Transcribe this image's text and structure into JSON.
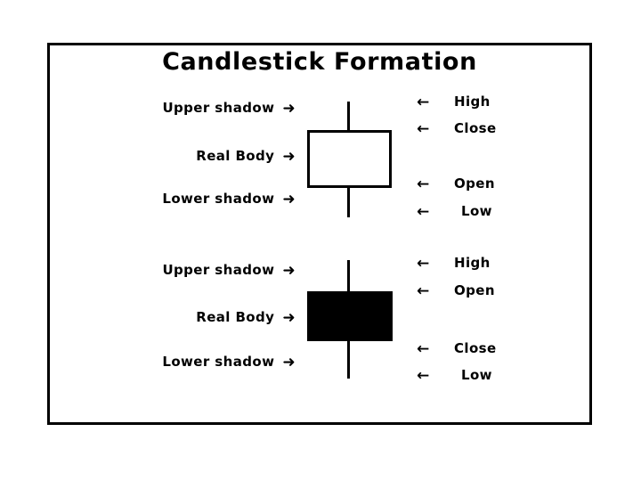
{
  "diagram": {
    "title": "Candlestick Formation",
    "frame_color": "#000000",
    "background_color": "#ffffff",
    "ink_color": "#000000"
  },
  "icons": {
    "arrow_right": "➜",
    "arrow_left": "←"
  },
  "candles": [
    {
      "id": "bullish",
      "body_style": "hollow",
      "body_fill": "#ffffff",
      "outline": "#000000",
      "left_labels": [
        {
          "text": "Upper shadow",
          "arrow": "➜"
        },
        {
          "text": "Real Body",
          "arrow": "➜"
        },
        {
          "text": "Lower shadow",
          "arrow": "➜"
        }
      ],
      "right_labels": [
        {
          "arrow": "←",
          "text": "High"
        },
        {
          "arrow": "←",
          "text": "Close"
        },
        {
          "arrow": "←",
          "text": "Open"
        },
        {
          "arrow": "←",
          "text": "Low"
        }
      ]
    },
    {
      "id": "bearish",
      "body_style": "filled",
      "body_fill": "#000000",
      "outline": "#000000",
      "left_labels": [
        {
          "text": "Upper shadow",
          "arrow": "➜"
        },
        {
          "text": "Real Body",
          "arrow": "➜"
        },
        {
          "text": "Lower shadow",
          "arrow": "➜"
        }
      ],
      "right_labels": [
        {
          "arrow": "←",
          "text": "High"
        },
        {
          "arrow": "←",
          "text": "Open"
        },
        {
          "arrow": "←",
          "text": "Close"
        },
        {
          "arrow": "←",
          "text": "Low"
        }
      ]
    }
  ]
}
